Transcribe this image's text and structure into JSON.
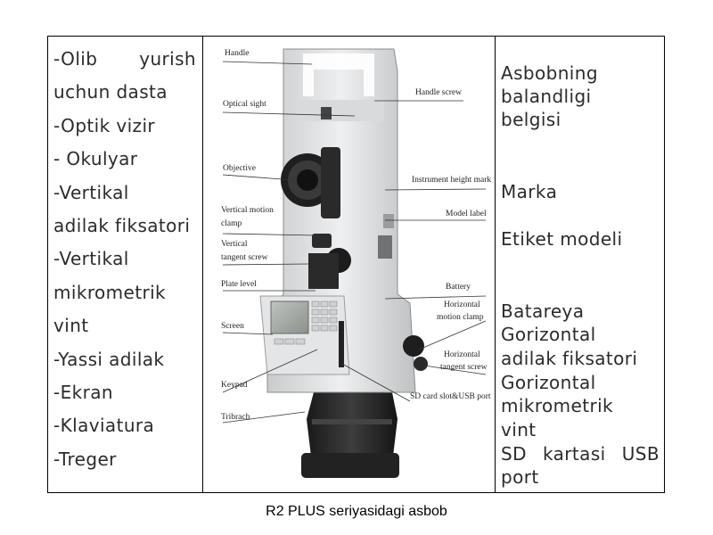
{
  "left_labels": [
    {
      "parts": [
        "-Olib",
        "yurish"
      ]
    },
    {
      "text": "uchun dasta"
    },
    {
      "text": "-Optik vizir"
    },
    {
      "text": "- Okulyar"
    },
    {
      "text": "-Vertikal"
    },
    {
      "text": "adilak fiksatori"
    },
    {
      "text": "-Vertikal"
    },
    {
      "text": "mikrometrik"
    },
    {
      "text": "vint"
    },
    {
      "text": "-Yassi adilak"
    },
    {
      "text": "-Ekran"
    },
    {
      "text": "-Klaviatura"
    },
    {
      "text": "-Treger"
    }
  ],
  "right_labels": {
    "r0": "Asbobning",
    "r1": "balandligi",
    "r2": "belgisi",
    "r3": "Marka",
    "r4": "Etiket modeli",
    "r5": "Batareya",
    "r6": "Gorizontal",
    "r7": "adilak fiksatori",
    "r8": "Gorizontal",
    "r9": "mikrometrik",
    "r10": "vint",
    "r11a": "SD",
    "r11b": "kartasi",
    "r11c": "USB",
    "r12": "port"
  },
  "photo_labels": {
    "handle": "Handle",
    "optical_sight": "Optical sight",
    "objective": "Objective",
    "vertical_motion_clamp_1": "Vertical motion",
    "vertical_motion_clamp_2": "clamp",
    "vertical_tangent_screw_1": "Vertical",
    "vertical_tangent_screw_2": "tangent screw",
    "plate_level": "Plate level",
    "screen": "Screen",
    "keypad": "Keypad",
    "tribrach": "Tribrach",
    "handle_screw": "Handle screw",
    "instrument_height_mark": "Instrument height mark",
    "model_label": "Model label",
    "battery": "Battery",
    "horizontal_motion_clamp_1": "Horizontal",
    "horizontal_motion_clamp_2": "motion clamp",
    "horizontal_tangent_screw_1": "Horizontal",
    "horizontal_tangent_screw_2": "tangent screw",
    "sd_usb": "SD card slot&USB port"
  },
  "caption": "R2 PLUS seriyasidagi asbob"
}
